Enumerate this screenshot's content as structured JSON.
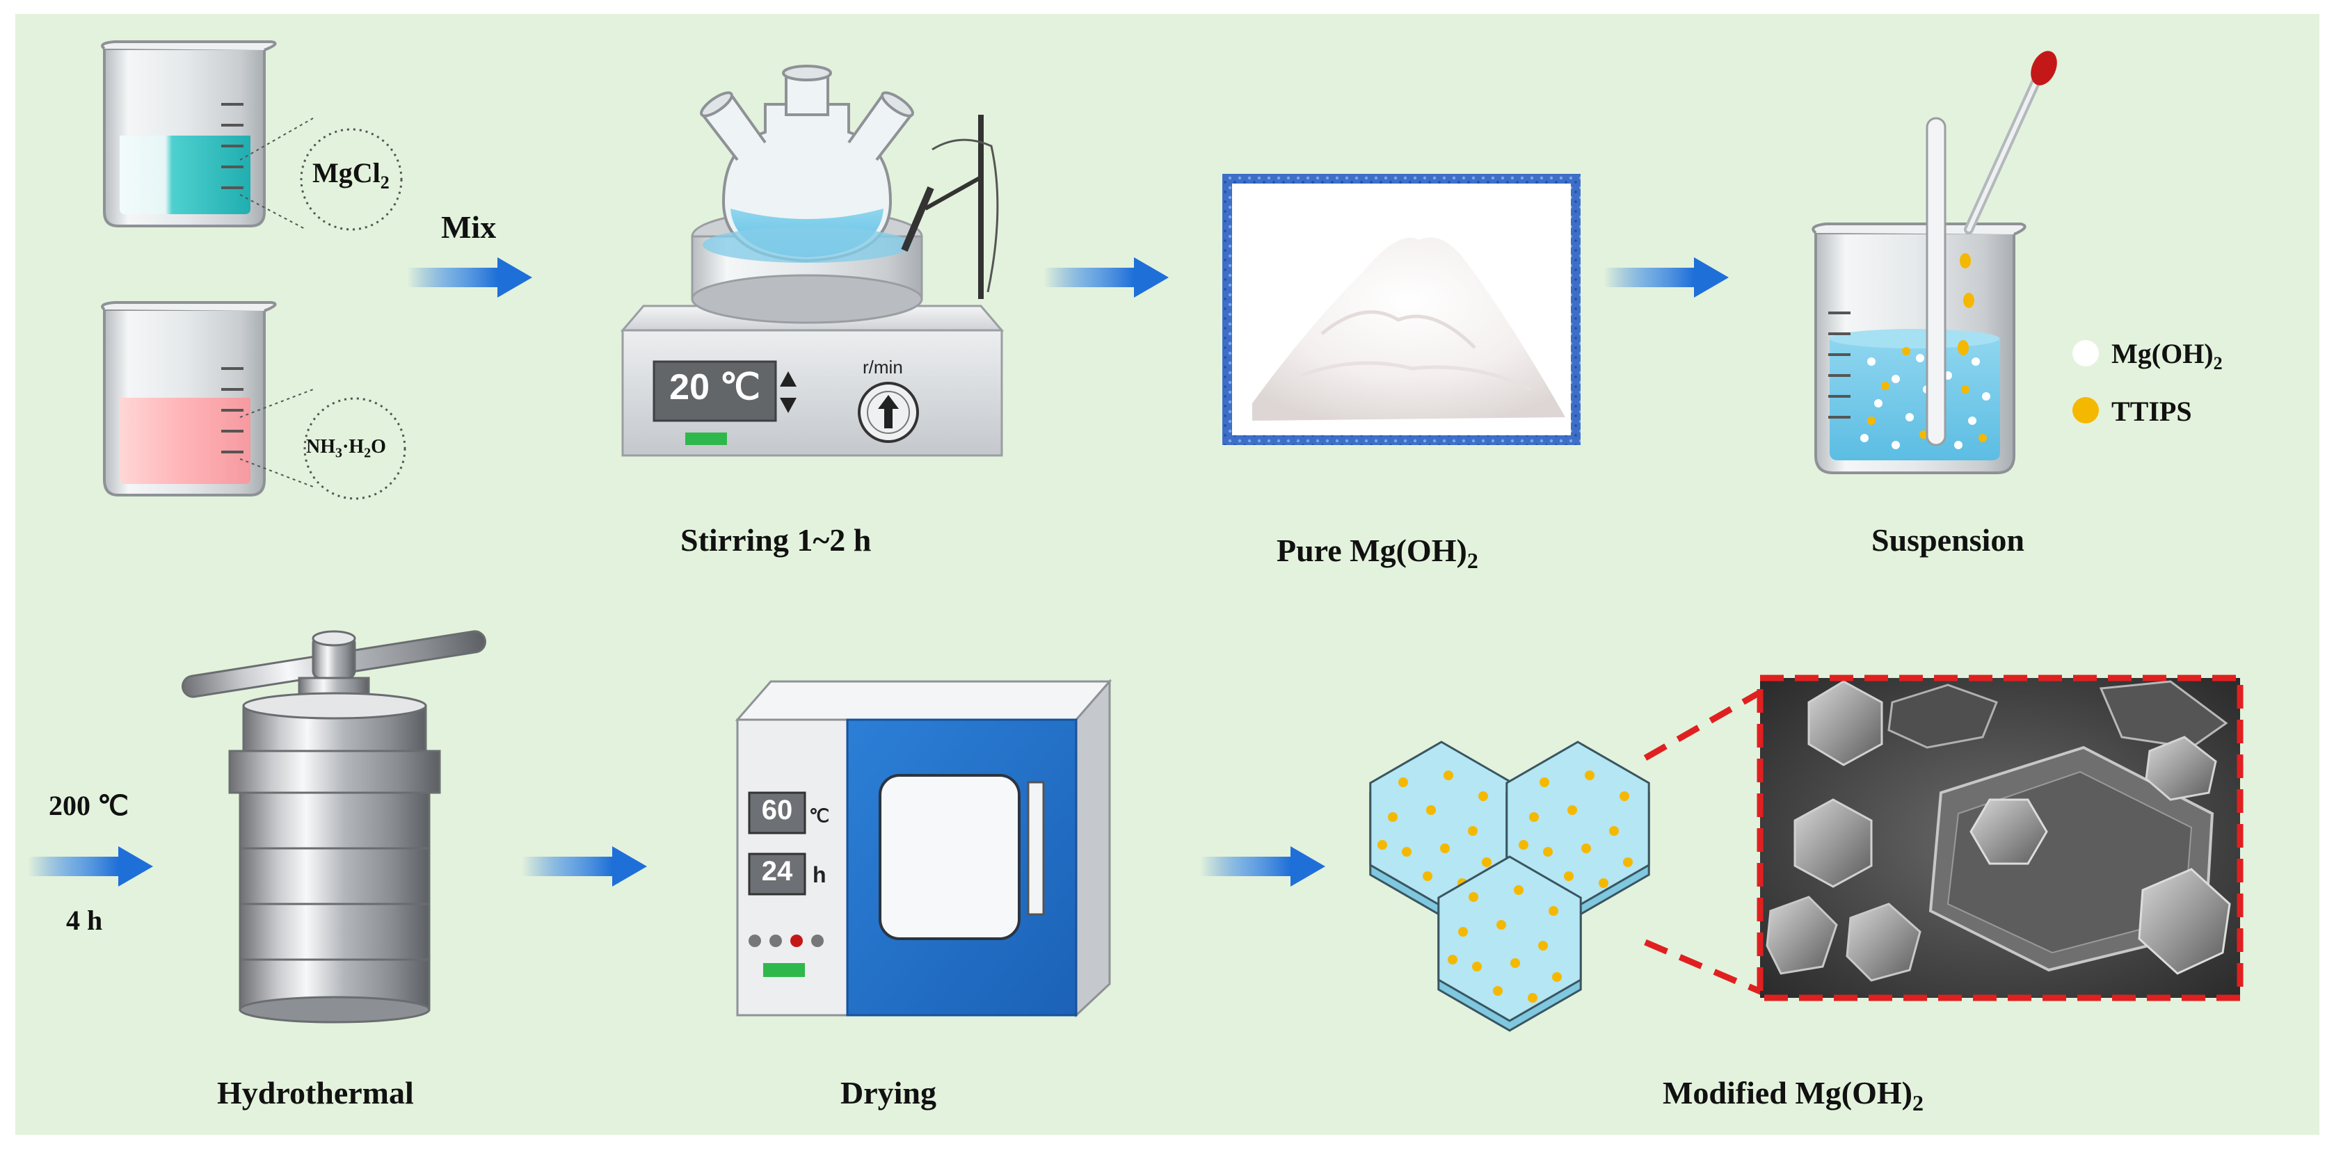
{
  "steps": {
    "mix": "Mix",
    "stirring": "Stirring 1~2 h",
    "pure_prefix": "Pure Mg(OH)",
    "pure_sub": "2",
    "suspension": "Suspension",
    "hydrothermal": "Hydrothermal",
    "drying": "Drying",
    "modified_prefix": "Modified Mg(OH)",
    "modified_sub": "2"
  },
  "reagents": {
    "mgcl2_prefix": "MgCl",
    "mgcl2_sub": "2",
    "nh3_prefix": "NH",
    "nh3_sub1": "3",
    "nh3_mid": "·H",
    "nh3_sub2": "2",
    "nh3_suffix": "O"
  },
  "stirrer": {
    "temperature": "20 ℃",
    "speed_unit": "r/min"
  },
  "hydrothermal_conditions": {
    "temperature": "200 ℃",
    "time": "4 h"
  },
  "oven": {
    "temperature": "60",
    "temperature_unit": "℃",
    "time": "24",
    "time_unit": "h"
  },
  "legend": {
    "mgoh2_prefix": "Mg(OH)",
    "mgoh2_sub": "2",
    "ttips": "TTIPS",
    "mgoh2_color": "#ffffff",
    "ttips_color": "#f5b800"
  },
  "colors": {
    "background": "#e3f2dc",
    "arrow": "#2a78d8",
    "oven_door": "#1f6fc8",
    "sem_border": "#e02020"
  }
}
